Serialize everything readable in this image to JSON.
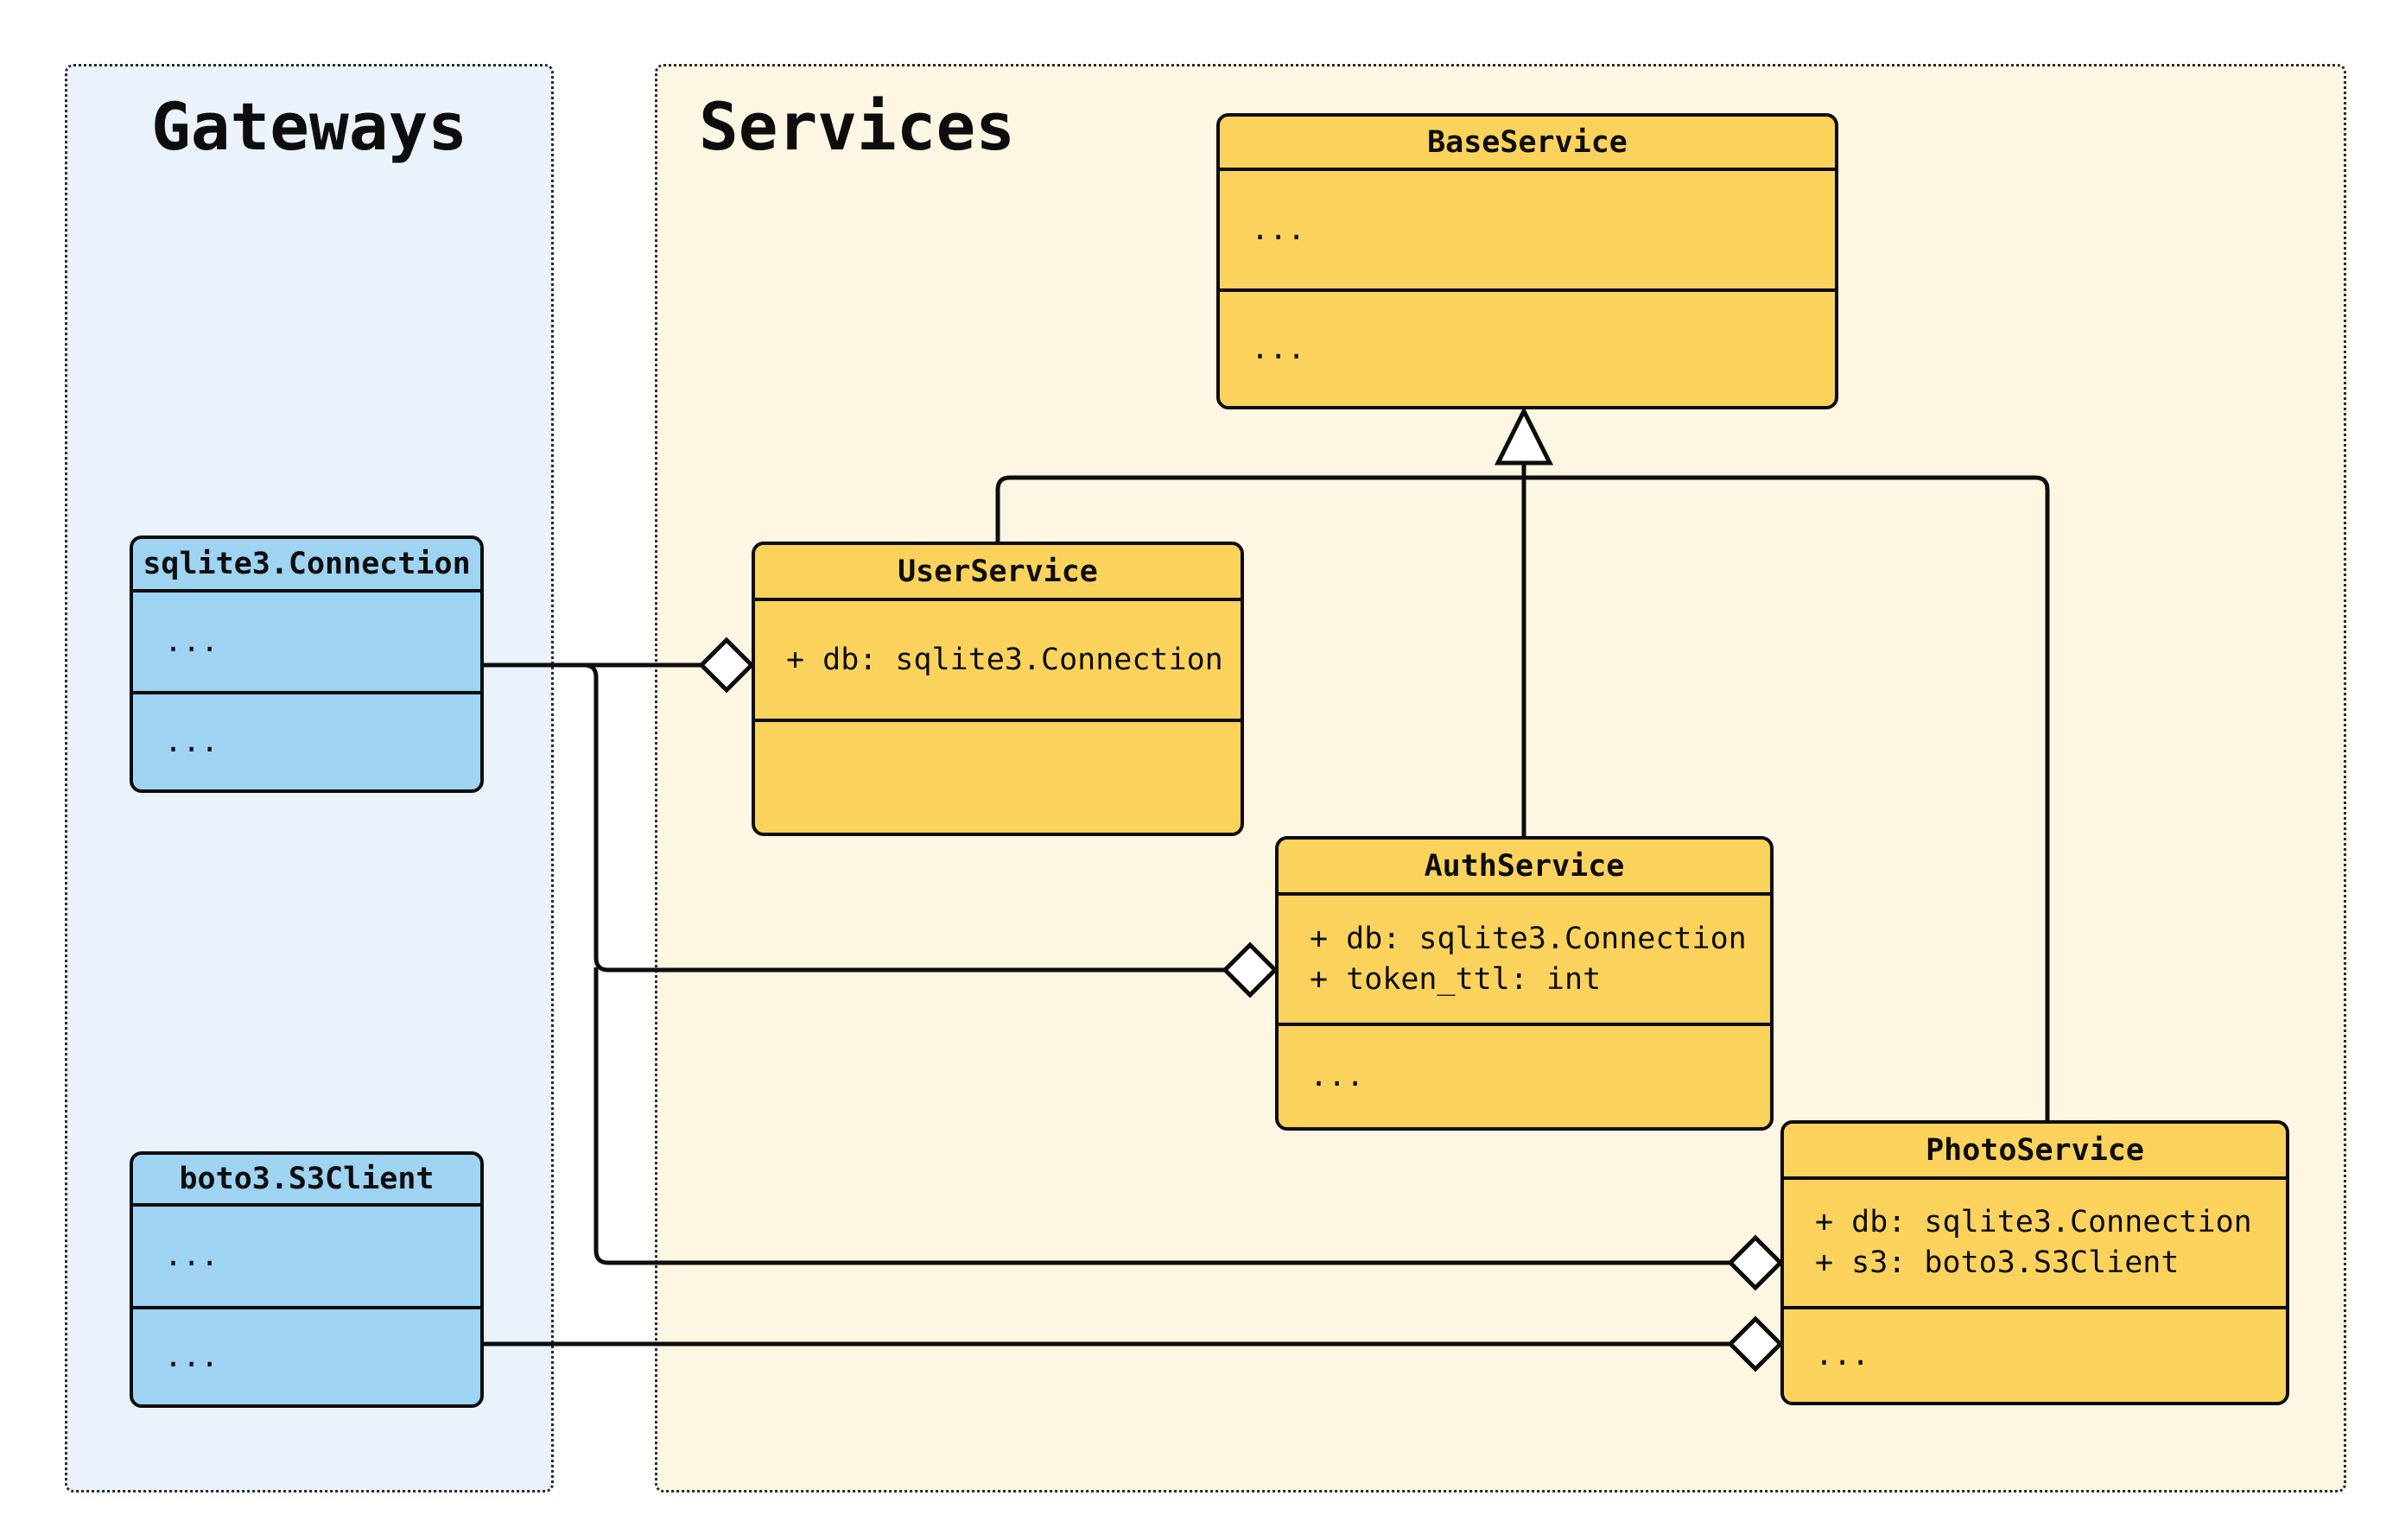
{
  "diagram_type": "uml-class-diagram",
  "groups": [
    {
      "id": "gateways",
      "title": "Gateways"
    },
    {
      "id": "services",
      "title": "Services"
    }
  ],
  "classes": [
    {
      "id": "sqlite3-connection",
      "group": "gateways",
      "title": "sqlite3.Connection",
      "attributes": [
        "..."
      ],
      "methods": [
        "..."
      ]
    },
    {
      "id": "boto3-s3client",
      "group": "gateways",
      "title": "boto3.S3Client",
      "attributes": [
        "..."
      ],
      "methods": [
        "..."
      ]
    },
    {
      "id": "base-service",
      "group": "services",
      "title": "BaseService",
      "attributes": [
        "..."
      ],
      "methods": [
        "..."
      ]
    },
    {
      "id": "user-service",
      "group": "services",
      "title": "UserService",
      "attributes": [
        "+ db: sqlite3.Connection"
      ],
      "methods": []
    },
    {
      "id": "auth-service",
      "group": "services",
      "title": "AuthService",
      "attributes": [
        "+ db: sqlite3.Connection",
        "+ token_ttl: int"
      ],
      "methods": [
        "..."
      ]
    },
    {
      "id": "photo-service",
      "group": "services",
      "title": "PhotoService",
      "attributes": [
        "+ db: sqlite3.Connection",
        "+ s3: boto3.S3Client"
      ],
      "methods": [
        "..."
      ]
    }
  ],
  "relationships": [
    {
      "type": "inheritance",
      "from": "UserService",
      "to": "BaseService"
    },
    {
      "type": "inheritance",
      "from": "AuthService",
      "to": "BaseService"
    },
    {
      "type": "inheritance",
      "from": "PhotoService",
      "to": "BaseService"
    },
    {
      "type": "aggregation",
      "from": "sqlite3.Connection",
      "to": "UserService"
    },
    {
      "type": "aggregation",
      "from": "sqlite3.Connection",
      "to": "AuthService"
    },
    {
      "type": "aggregation",
      "from": "sqlite3.Connection",
      "to": "PhotoService"
    },
    {
      "type": "aggregation",
      "from": "boto3.S3Client",
      "to": "PhotoService"
    }
  ],
  "colors": {
    "class_fill_services": "#fbd35c",
    "class_fill_gateways": "#9ed3f2",
    "panel_fill_gateways": "#eaf2fb",
    "panel_fill_services": "#fdf6e2",
    "border": "#0d0d0d",
    "background": "#ffffff"
  }
}
